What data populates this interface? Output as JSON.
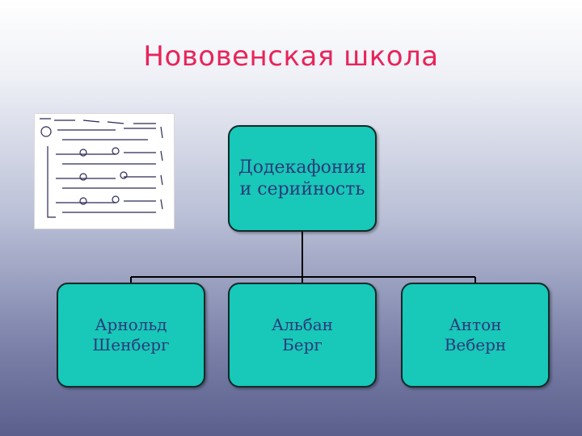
{
  "title": "Нововенская школа",
  "root": {
    "label": "Додекафония\nи серийность"
  },
  "children": [
    {
      "label": "Арнольд\nШенберг"
    },
    {
      "label": "Альбан\nБерг"
    },
    {
      "label": "Антон\nВеберн"
    }
  ],
  "colors": {
    "title": "#e8245a",
    "node_fill": "#18c8b8",
    "node_text": "#2c3a7a"
  }
}
